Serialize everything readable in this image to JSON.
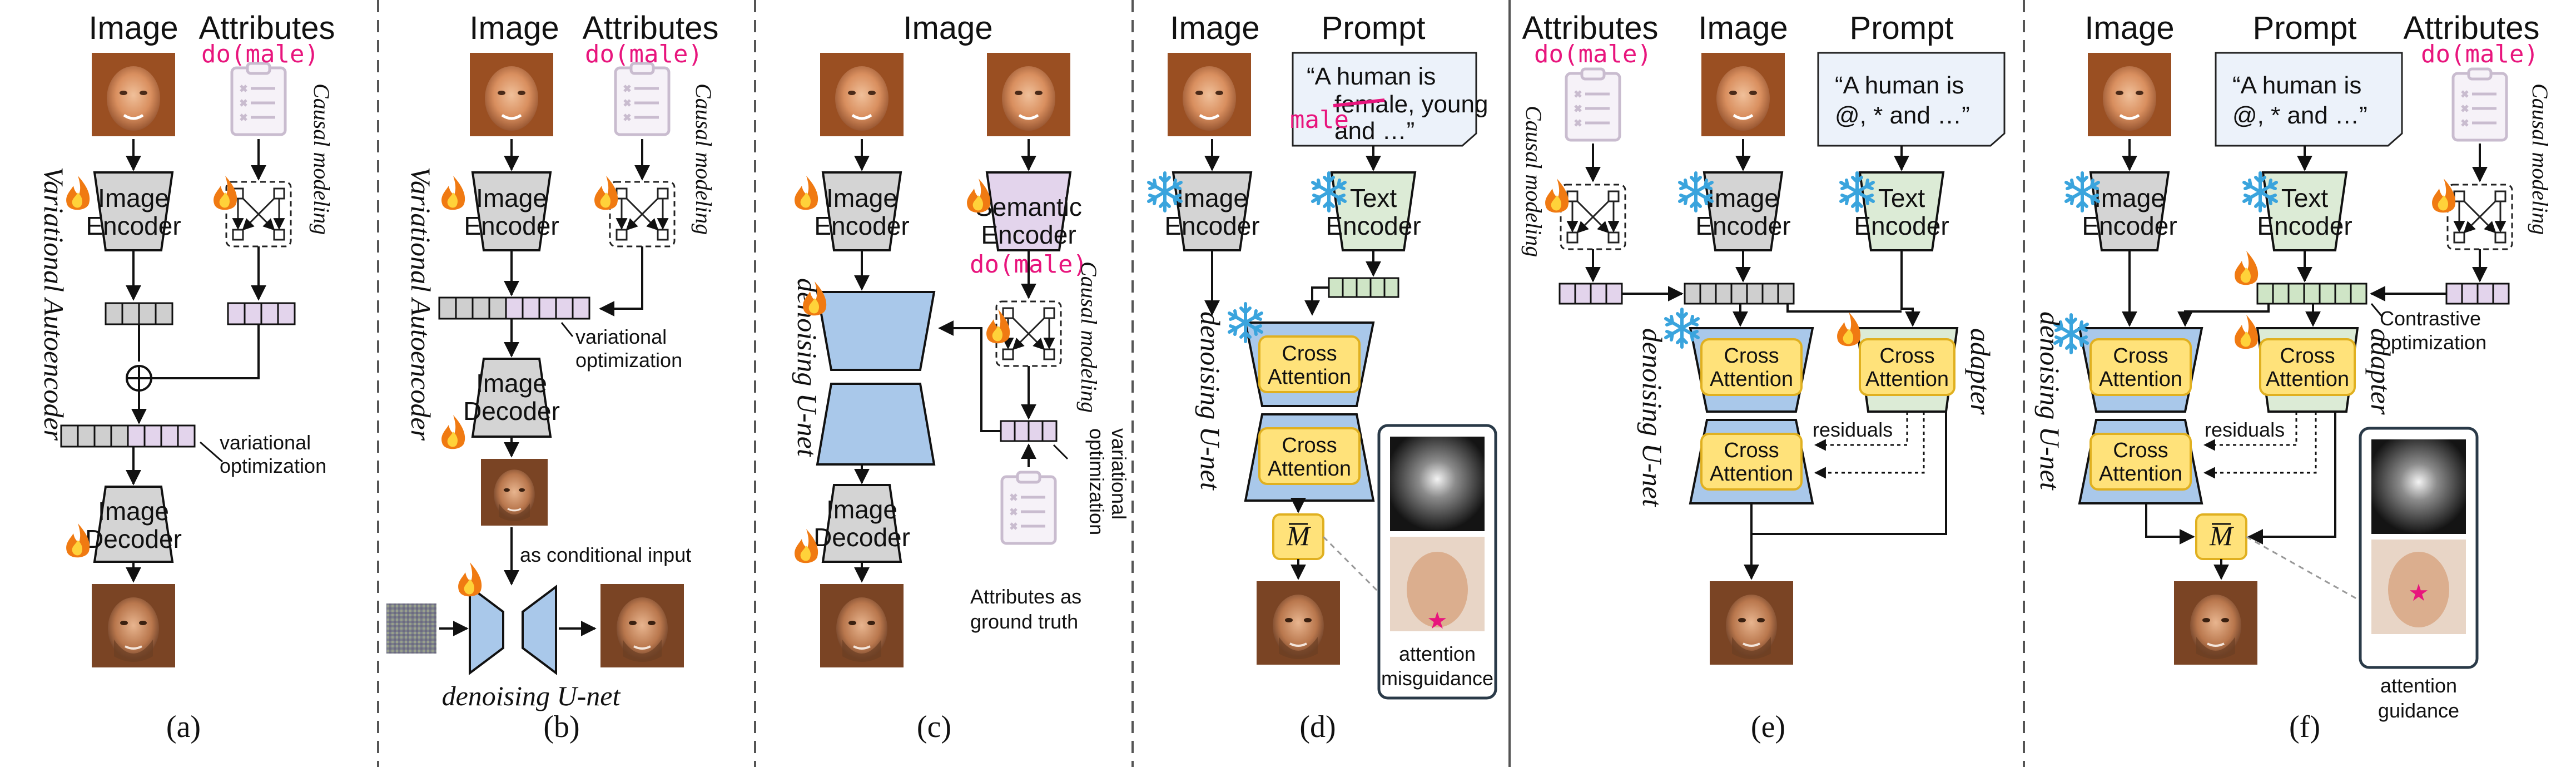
{
  "panels": {
    "a": {
      "caption": "(a)",
      "h_image": "Image",
      "h_attr": "Attributes",
      "do": "do(male)",
      "causal": "Causal modeling",
      "vae": "Variational Autoencoder",
      "enc1": "Image",
      "enc2": "Encoder",
      "var1": "variational",
      "var2": "optimization",
      "dec1": "Image",
      "dec2": "Decoder"
    },
    "b": {
      "caption": "(b)",
      "h_image": "Image",
      "h_attr": "Attributes",
      "do": "do(male)",
      "causal": "Causal modeling",
      "vae": "Variational Autoencoder",
      "enc1": "Image",
      "enc2": "Encoder",
      "var1": "variational",
      "var2": "optimization",
      "dec1": "Image",
      "dec2": "Decoder",
      "cond": "as conditional input",
      "unet": "denoising U-net"
    },
    "c": {
      "caption": "(c)",
      "h_image": "Image",
      "do": "do(male)",
      "causal": "Causal modeling",
      "unet": "denoising U-net",
      "enc1": "Image",
      "enc2": "Encoder",
      "sem1": "Semantic",
      "sem2": "Encoder",
      "var1": "variational",
      "var2": "optimization",
      "dec1": "Image",
      "dec2": "Decoder",
      "gt1": "Attributes as",
      "gt2": "ground truth"
    },
    "d": {
      "caption": "(d)",
      "h_image": "Image",
      "h_prompt": "Prompt",
      "q1": "“A human is",
      "q2_struck": "female",
      "q2_rest": ", young",
      "q3": "and …”",
      "male": "male",
      "enc1": "Image",
      "enc2": "Encoder",
      "txt1": "Text",
      "txt2": "Encoder",
      "unet": "denoising U-net",
      "ca1": "Cross",
      "ca2": "Attention",
      "m": "M",
      "mis1": "attention",
      "mis2": "misguidance"
    },
    "e": {
      "caption": "(e)",
      "h_attr": "Attributes",
      "h_image": "Image",
      "h_prompt": "Prompt",
      "do": "do(male)",
      "causal": "Causal modeling",
      "q1": "“A human is",
      "q2": "@, * and …”",
      "enc1": "Image",
      "enc2": "Encoder",
      "txt1": "Text",
      "txt2": "Encoder",
      "unet": "denoising U-net",
      "adapter": "adapter",
      "ca1": "Cross",
      "ca2": "Attention",
      "res": "residuals"
    },
    "f": {
      "caption": "(f)",
      "h_image": "Image",
      "h_prompt": "Prompt",
      "h_attr": "Attributes",
      "do": "do(male)",
      "causal": "Causal modeling",
      "q1": "“A human is",
      "q2": "@, * and …”",
      "enc1": "Image",
      "enc2": "Encoder",
      "txt1": "Text",
      "txt2": "Encoder",
      "unet": "denoising U-net",
      "adapter": "adapter",
      "ca1": "Cross",
      "ca2": "Attention",
      "res": "residuals",
      "con1": "Contrastive",
      "con2": "optimization",
      "m": "M",
      "gd1": "attention",
      "gd2": "guidance"
    }
  },
  "colors": {
    "encoder_gray": "#d4d4d4",
    "text_green": "#dcebd6",
    "unet_blue": "#a9c8ea",
    "attn_yellow": "#ffe27a",
    "token_gray": "#cfcfcf",
    "token_purple": "#e3d4ec",
    "token_green": "#cfe5c6",
    "do_pink": "#e8157d",
    "skin": "#d99a6c"
  },
  "icons": [
    "flame-icon",
    "snowflake-icon",
    "clipboard-icon",
    "causal-graph-icon",
    "face-image",
    "noise-image",
    "star-icon",
    "speech-bubble"
  ]
}
